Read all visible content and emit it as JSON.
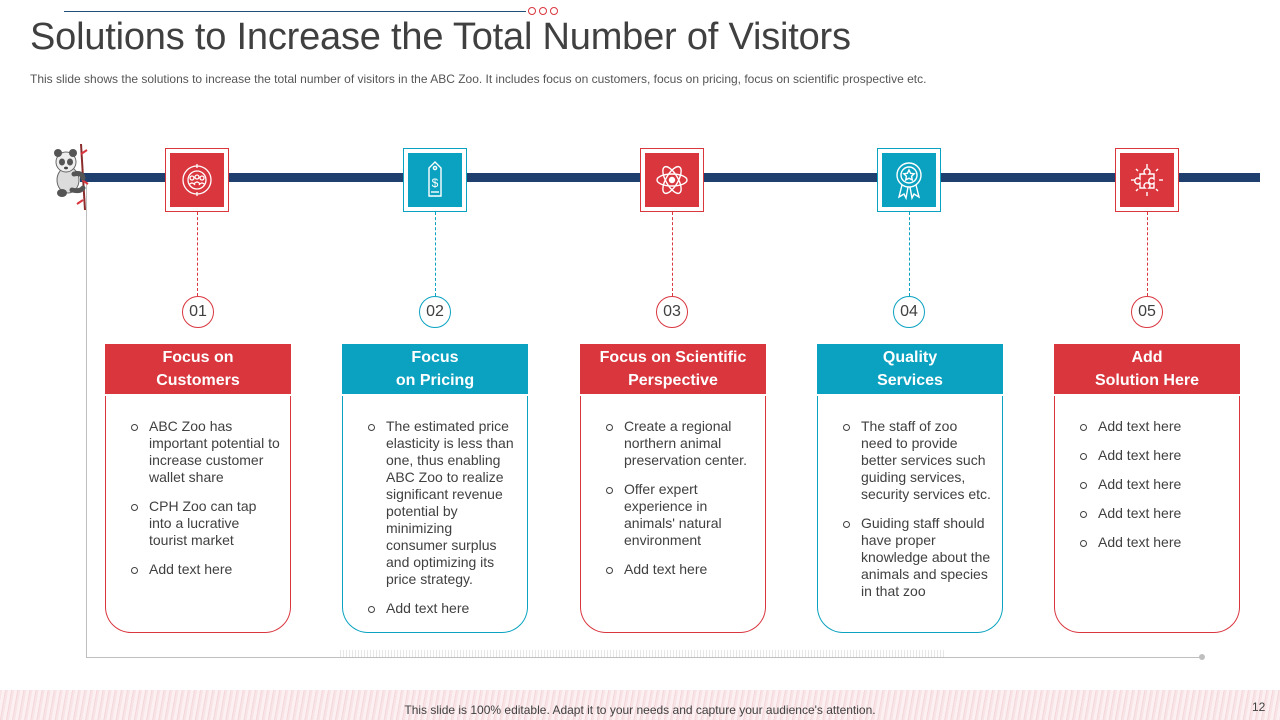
{
  "title": "Solutions to Increase the Total Number of Visitors",
  "subtitle": "This slide shows the solutions to increase the total number of visitors in the ABC Zoo. It includes focus on customers, focus on pricing, focus on scientific prospective etc.",
  "colors": {
    "red": "#d9363e",
    "teal": "#0aa2c0",
    "navy": "#1f3f6e"
  },
  "columns": [
    {
      "number": "01",
      "icon": "people-target-icon",
      "color": "red",
      "heading_line1": "Focus on",
      "heading_line2": "Customers",
      "bullets": [
        "ABC Zoo has important potential to increase customer wallet share",
        "CPH Zoo can tap into a lucrative tourist market",
        "Add text here"
      ]
    },
    {
      "number": "02",
      "icon": "price-tag-icon",
      "color": "teal",
      "heading_line1": "Focus",
      "heading_line2": "on Pricing",
      "bullets": [
        "The estimated price elasticity is less than one, thus enabling ABC Zoo to realize significant revenue potential by minimizing consumer surplus and optimizing its price strategy.",
        "Add text here"
      ]
    },
    {
      "number": "03",
      "icon": "atom-icon",
      "color": "red",
      "heading_line1": "Focus on Scientific",
      "heading_line2": "Perspective",
      "bullets": [
        "Create a regional northern animal preservation center.",
        "Offer expert experience in animals' natural environment",
        "Add text here"
      ]
    },
    {
      "number": "04",
      "icon": "award-badge-icon",
      "color": "teal",
      "heading_line1": "Quality",
      "heading_line2": "Services",
      "bullets": [
        "The staff of zoo need to provide better services such guiding services, security services etc.",
        "Guiding staff should have proper knowledge about the animals and species in that zoo"
      ]
    },
    {
      "number": "05",
      "icon": "puzzle-piece-icon",
      "color": "red",
      "heading_line1": "Add",
      "heading_line2": "Solution Here",
      "bullets": [
        "Add text here",
        "Add text here",
        "Add text here",
        "Add text here",
        "Add text here"
      ]
    }
  ],
  "footer": "This slide is 100% editable. Adapt it to your needs and capture your audience's attention.",
  "page_number": "12"
}
